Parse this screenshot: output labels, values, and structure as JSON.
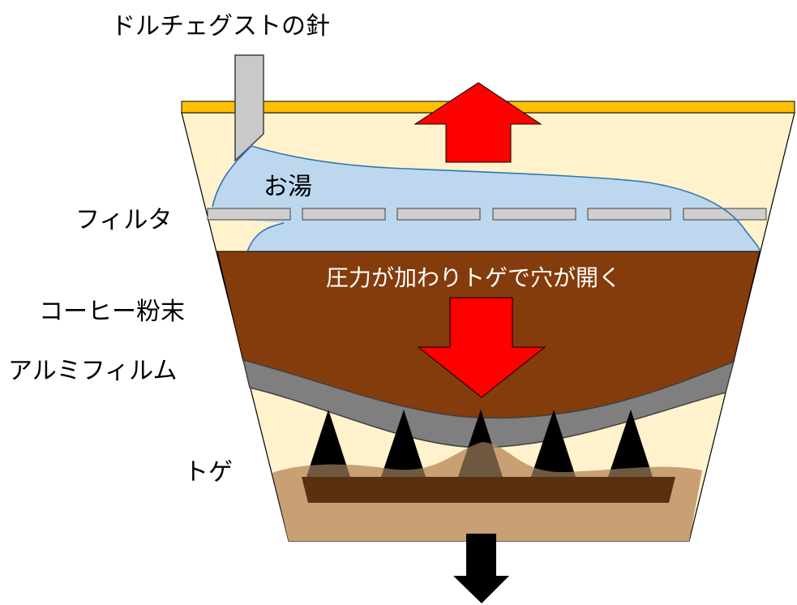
{
  "labels": {
    "needle": "ドルチェグストの針",
    "hot_water": "お湯",
    "filter": "フィルタ",
    "coffee_powder": "コーヒー粉末",
    "pressure_note": "圧力が加わりトゲで穴が開く",
    "aluminum_film": "アルミフィルム",
    "spikes": "トゲ"
  },
  "colors": {
    "capsule_fill": "#fff2cc",
    "lid": "#ffc000",
    "needle": "#c9c9c9",
    "water": "#bdd7ee",
    "water_outline": "#2e75b6",
    "filter_segment": "#d0cece",
    "coffee_powder": "#843c0c",
    "aluminum_film": "#7f7f7f",
    "spike": "#000000",
    "coffee_liquid": "#c9a074",
    "coffee_dark": "#4d2506",
    "arrow_red": "#ff0000",
    "arrow_black": "#000000"
  }
}
